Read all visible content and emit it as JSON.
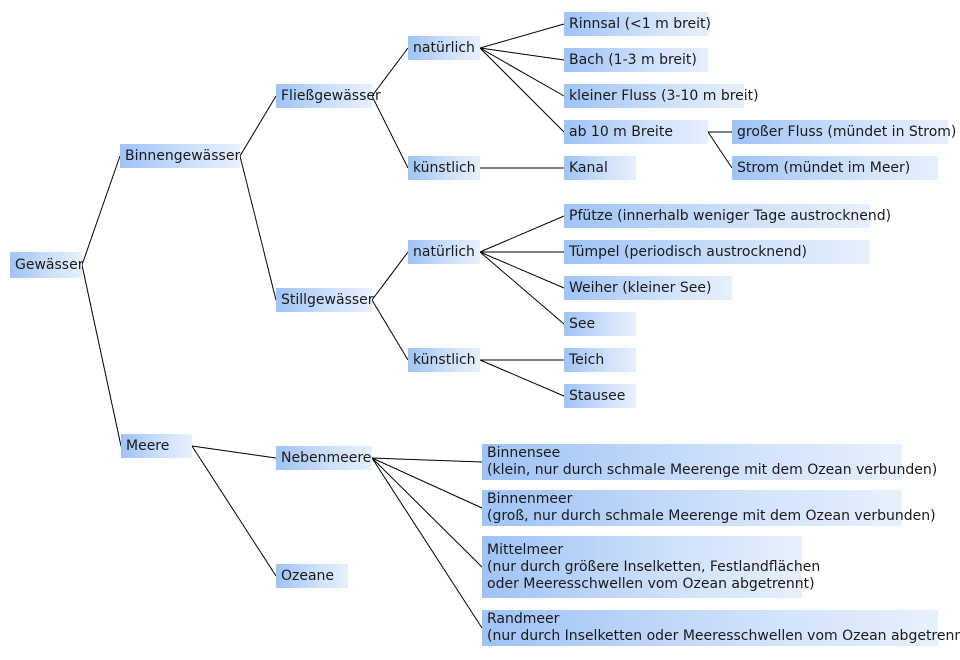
{
  "nodes": [
    {
      "id": "gewaesser",
      "lines": [
        "Gewässer"
      ]
    },
    {
      "id": "binnengewaesser",
      "lines": [
        "Binnengewässer"
      ]
    },
    {
      "id": "meere",
      "lines": [
        "Meere"
      ]
    },
    {
      "id": "fliessgewaesser",
      "lines": [
        "Fließgewässer"
      ]
    },
    {
      "id": "stillgewaesser",
      "lines": [
        "Stillgewässer"
      ]
    },
    {
      "id": "nebenmeere",
      "lines": [
        "Nebenmeere"
      ]
    },
    {
      "id": "ozeane",
      "lines": [
        "Ozeane"
      ]
    },
    {
      "id": "fliess-natuerlich",
      "lines": [
        "natürlich"
      ]
    },
    {
      "id": "fliess-kuenstlich",
      "lines": [
        "künstlich"
      ]
    },
    {
      "id": "still-natuerlich",
      "lines": [
        "natürlich"
      ]
    },
    {
      "id": "still-kuenstlich",
      "lines": [
        "künstlich"
      ]
    },
    {
      "id": "rinnsal",
      "lines": [
        "Rinnsal (<1 m breit)"
      ]
    },
    {
      "id": "bach",
      "lines": [
        "Bach (1-3 m breit)"
      ]
    },
    {
      "id": "kleiner-fluss",
      "lines": [
        "kleiner Fluss (3-10 m breit)"
      ]
    },
    {
      "id": "ab-10m",
      "lines": [
        "ab 10 m  Breite"
      ]
    },
    {
      "id": "grosser-fluss",
      "lines": [
        "großer Fluss (mündet in Strom)"
      ]
    },
    {
      "id": "strom",
      "lines": [
        "Strom (mündet im Meer)"
      ]
    },
    {
      "id": "kanal",
      "lines": [
        "Kanal"
      ]
    },
    {
      "id": "pfuetze",
      "lines": [
        "Pfütze (innerhalb weniger Tage austrocknend)"
      ]
    },
    {
      "id": "tuempel",
      "lines": [
        "Tümpel (periodisch austrocknend)"
      ]
    },
    {
      "id": "weiher",
      "lines": [
        "Weiher (kleiner See)"
      ]
    },
    {
      "id": "see",
      "lines": [
        "See"
      ]
    },
    {
      "id": "teich",
      "lines": [
        "Teich"
      ]
    },
    {
      "id": "stausee",
      "lines": [
        "Stausee"
      ]
    },
    {
      "id": "binnensee",
      "lines": [
        "Binnensee",
        "(klein, nur durch schmale Meerenge mit dem Ozean verbunden)"
      ]
    },
    {
      "id": "binnenmeer",
      "lines": [
        "Binnenmeer",
        "(groß, nur durch schmale Meerenge mit dem Ozean verbunden)"
      ]
    },
    {
      "id": "mittelmeer",
      "lines": [
        "Mittelmeer",
        "(nur durch größere  Inselketten, Festlandflächen",
        "oder Meeresschwellen vom Ozean abgetrennt)"
      ]
    },
    {
      "id": "randmeer",
      "lines": [
        "Randmeer",
        "(nur durch Inselketten oder Meeresschwellen vom Ozean abgetrennt)"
      ]
    }
  ],
  "edges": [
    [
      "gewaesser",
      "binnengewaesser"
    ],
    [
      "gewaesser",
      "meere"
    ],
    [
      "binnengewaesser",
      "fliessgewaesser"
    ],
    [
      "binnengewaesser",
      "stillgewaesser"
    ],
    [
      "fliessgewaesser",
      "fliess-natuerlich"
    ],
    [
      "fliessgewaesser",
      "fliess-kuenstlich"
    ],
    [
      "fliess-natuerlich",
      "rinnsal"
    ],
    [
      "fliess-natuerlich",
      "bach"
    ],
    [
      "fliess-natuerlich",
      "kleiner-fluss"
    ],
    [
      "fliess-natuerlich",
      "ab-10m"
    ],
    [
      "ab-10m",
      "grosser-fluss"
    ],
    [
      "ab-10m",
      "strom"
    ],
    [
      "fliess-kuenstlich",
      "kanal"
    ],
    [
      "stillgewaesser",
      "still-natuerlich"
    ],
    [
      "stillgewaesser",
      "still-kuenstlich"
    ],
    [
      "still-natuerlich",
      "pfuetze"
    ],
    [
      "still-natuerlich",
      "tuempel"
    ],
    [
      "still-natuerlich",
      "weiher"
    ],
    [
      "still-natuerlich",
      "see"
    ],
    [
      "still-kuenstlich",
      "teich"
    ],
    [
      "still-kuenstlich",
      "stausee"
    ],
    [
      "meere",
      "nebenmeere"
    ],
    [
      "meere",
      "ozeane"
    ],
    [
      "nebenmeere",
      "binnensee"
    ],
    [
      "nebenmeere",
      "binnenmeer"
    ],
    [
      "nebenmeere",
      "mittelmeer"
    ],
    [
      "nebenmeere",
      "randmeer"
    ]
  ]
}
